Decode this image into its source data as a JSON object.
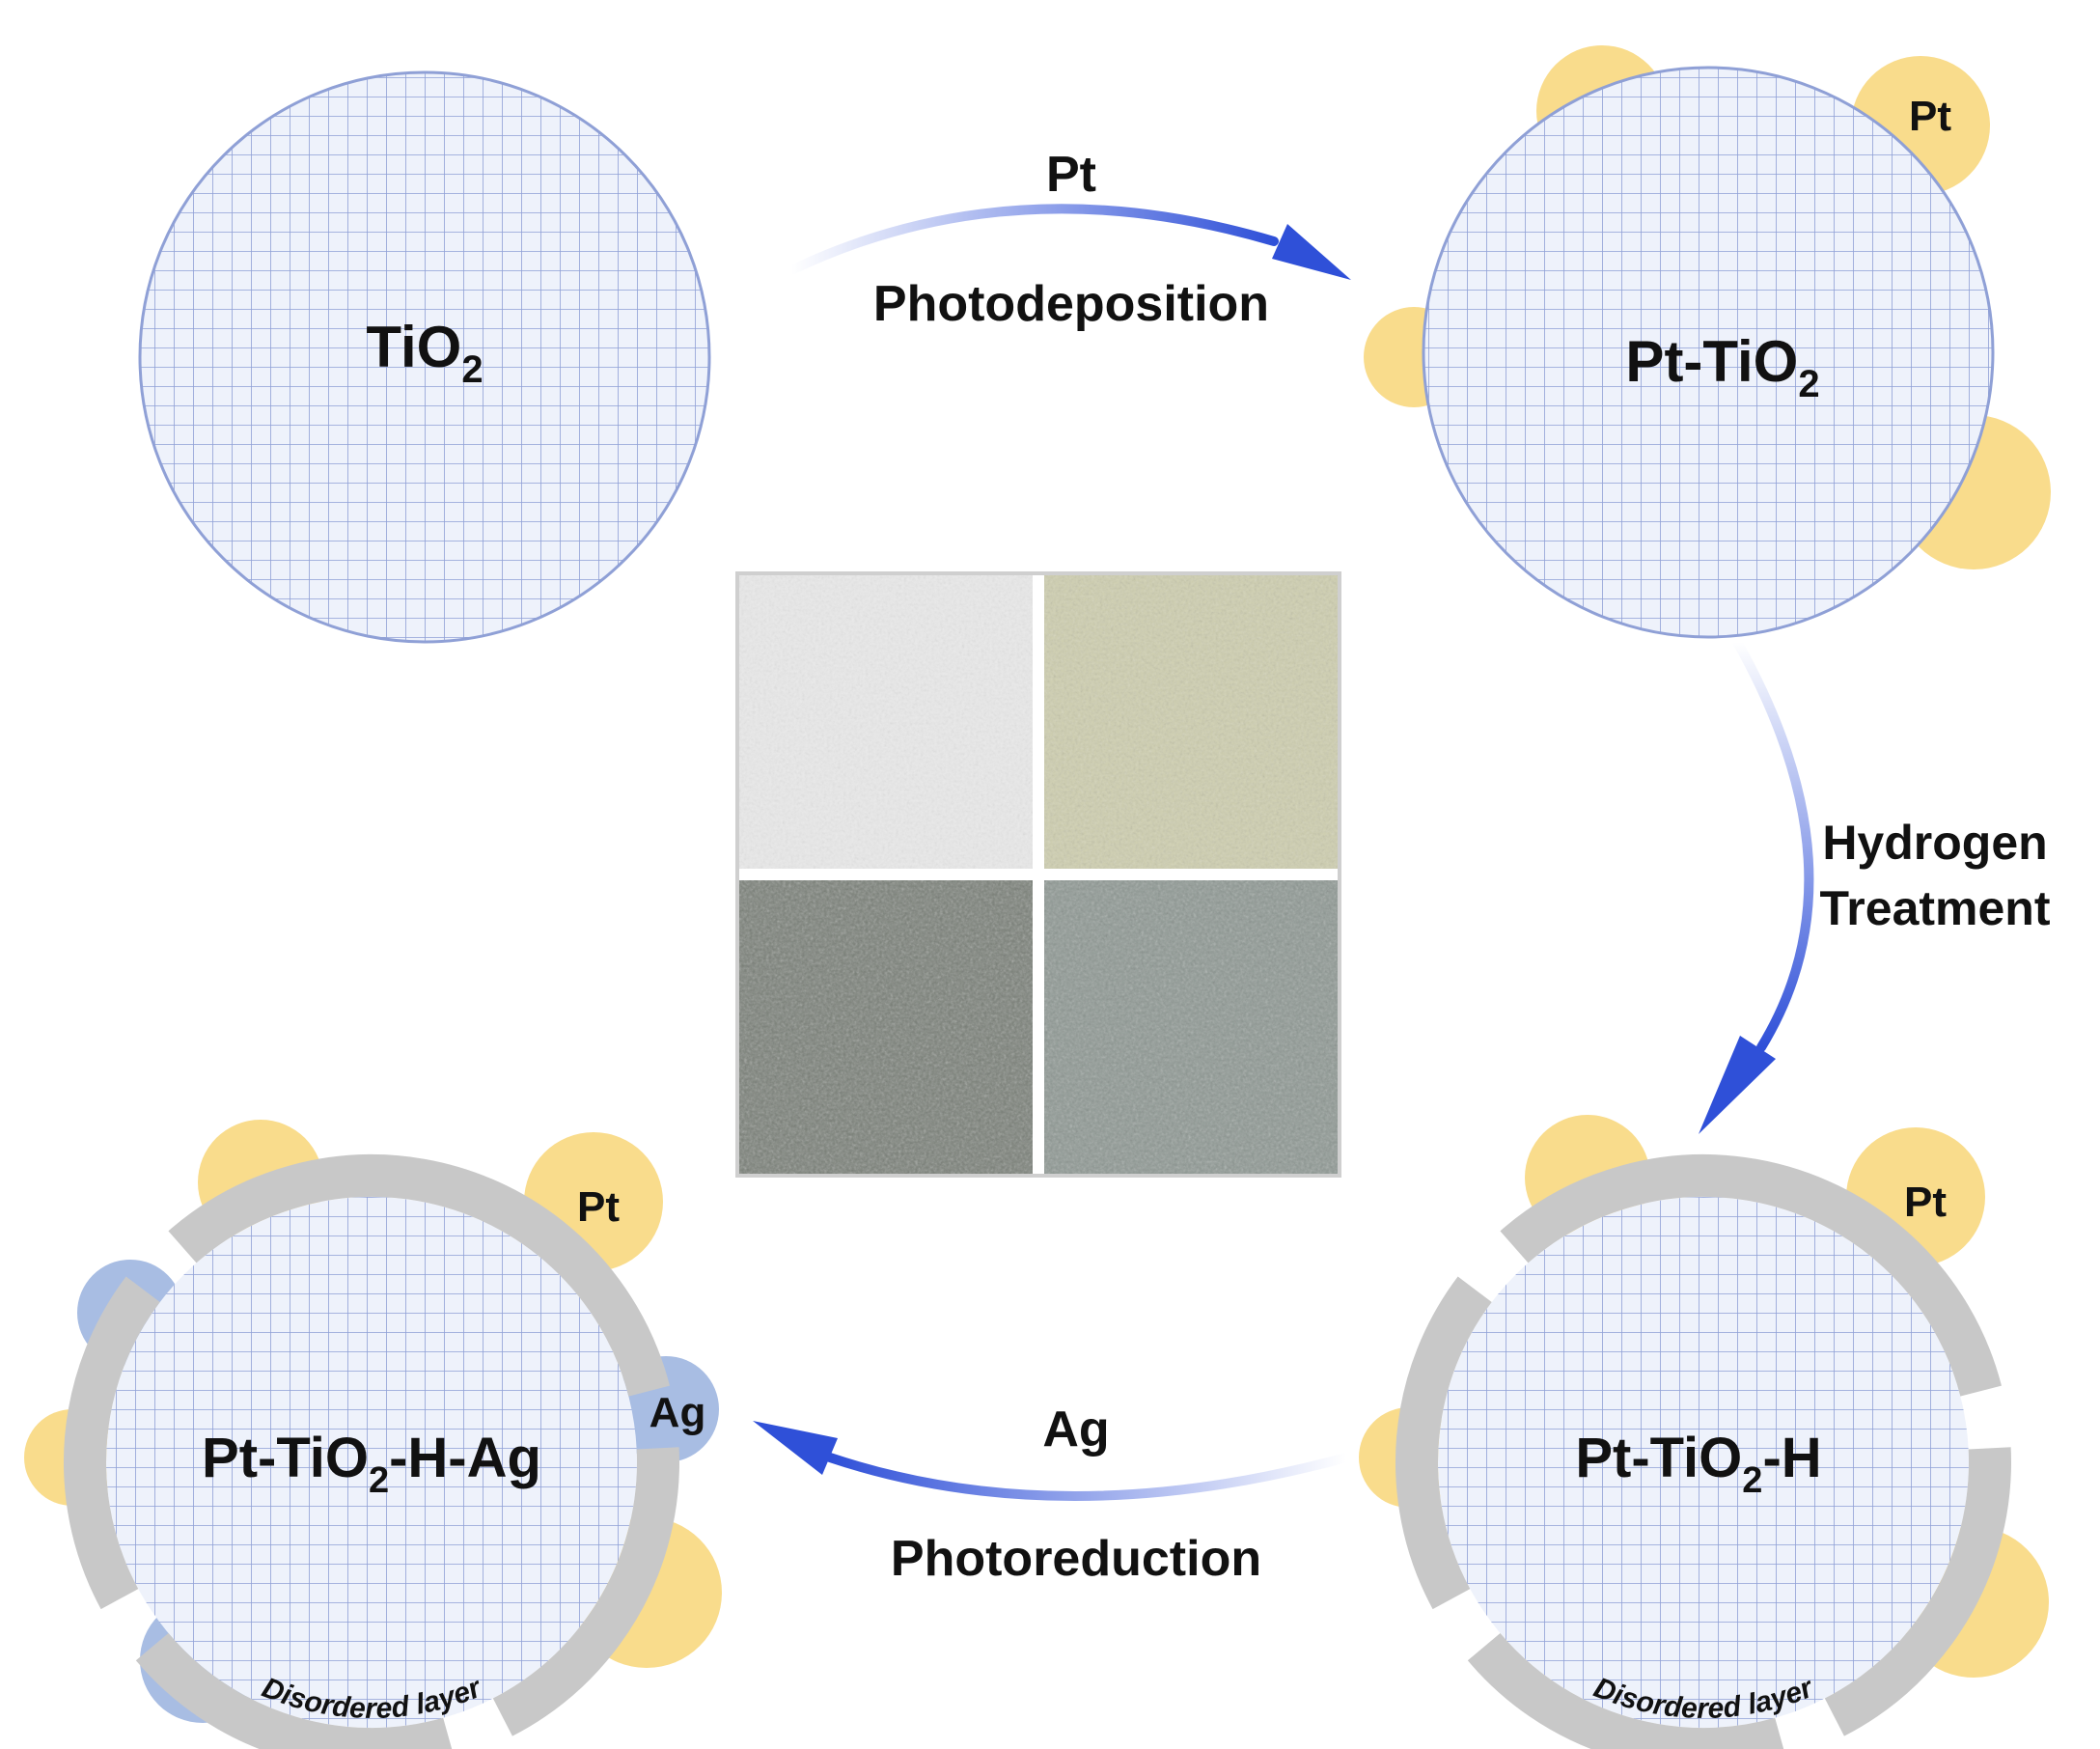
{
  "particles": {
    "tio2": {
      "label_main": "TiO",
      "label_sub": "2",
      "label_tail": ""
    },
    "pt_tio2": {
      "label_main": "Pt-TiO",
      "label_sub": "2",
      "label_tail": "",
      "pt_label": "Pt"
    },
    "pt_tio2_h": {
      "label_main": "Pt-TiO",
      "label_sub": "2",
      "label_tail": "-H",
      "pt_label": "Pt",
      "layer_label": "Disordered layer"
    },
    "pt_tio2_h_ag": {
      "label_main": "Pt-TiO",
      "label_sub": "2",
      "label_tail": "-H-Ag",
      "pt_label": "Pt",
      "ag_label": "Ag",
      "layer_label": "Disordered layer"
    }
  },
  "steps": {
    "photodeposition": {
      "reagent": "Pt",
      "process": "Photodeposition"
    },
    "hydrogen": {
      "process_line1": "Hydrogen",
      "process_line2": "Treatment"
    },
    "photoreduction": {
      "reagent": "Ag",
      "process": "Photoreduction"
    }
  },
  "colors": {
    "particle_fill": "#eef2fb",
    "grid_line": "#8fa0d6",
    "pt": "#f9dc8c",
    "ag": "#a8bde3",
    "layer": "#c8c8c8",
    "arrow": "#2f50d8"
  },
  "photos": {
    "tl": "#e9e9e9",
    "tr": "#cfcfb0",
    "bl": "#7a8078",
    "br": "#8f9994"
  }
}
